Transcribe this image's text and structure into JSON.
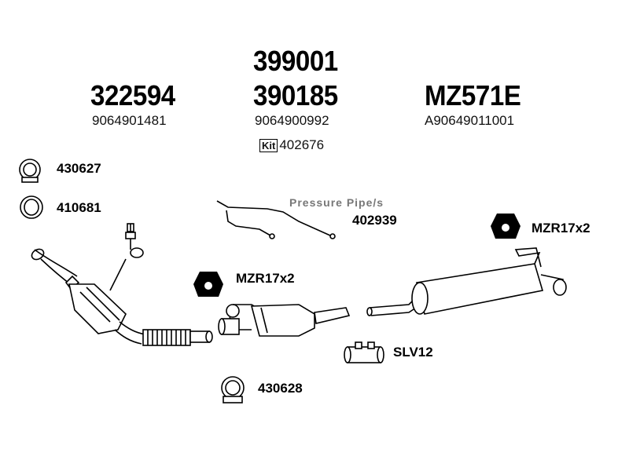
{
  "header": {
    "col1": {
      "part": "322594",
      "oem": "9064901481"
    },
    "col2": {
      "part_top": "399001",
      "part": "390185",
      "oem": "9064900992",
      "kit_badge": "Kit",
      "kit_number": "402676"
    },
    "col3": {
      "part": "MZ571E",
      "oem": "A90649011001"
    }
  },
  "labels": {
    "clamp_top": "430627",
    "ring_seal": "410681",
    "pressure_pipes": "Pressure Pipe/s",
    "pressure_pipes_number": "402939",
    "mount_right": "MZR17x2",
    "mount_middle": "MZR17x2",
    "sleeve": "SLV12",
    "clamp_bottom": "430628"
  },
  "icons": [
    "clamp-icon",
    "ring-seal-icon",
    "rubber-mount-icon",
    "sleeve-connector-icon",
    "pressure-pipe-icon",
    "catalytic-converter-icon",
    "middle-pipe-icon",
    "rear-silencer-icon"
  ]
}
